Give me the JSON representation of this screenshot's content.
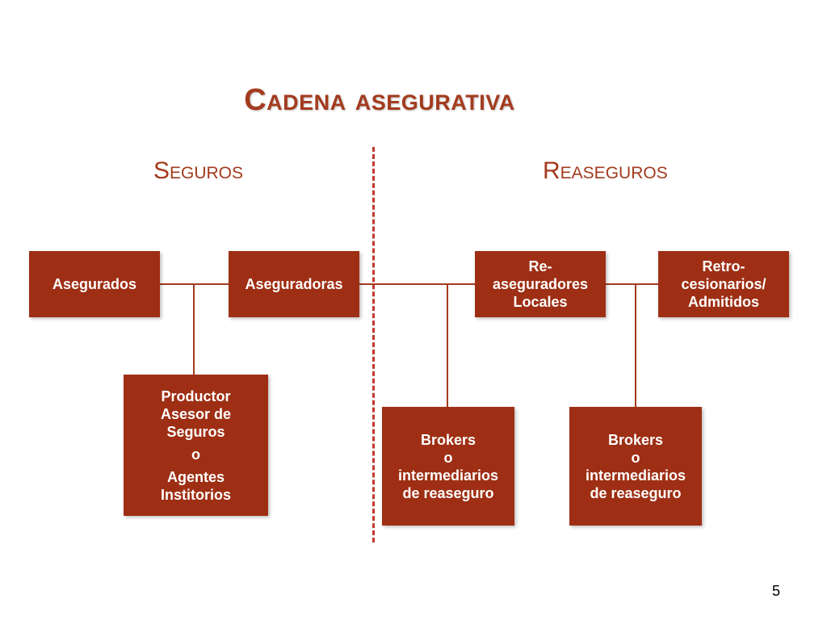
{
  "title": "Cadena asegurativa",
  "sections": {
    "left": "Seguros",
    "right": "Reaseguros"
  },
  "nodes": {
    "asegurados": [
      "Asegurados"
    ],
    "aseguradoras": [
      "Aseguradoras"
    ],
    "reaseguradores": [
      "Re-",
      "aseguradores",
      "Locales"
    ],
    "retrocesionarios": [
      "Retro-",
      "cesionarios/",
      "Admitidos"
    ],
    "productor": [
      "Productor",
      "Asesor de",
      "Seguros",
      "o",
      "Agentes",
      "Institorios"
    ],
    "brokers_1": [
      "Brokers",
      "o",
      "intermediarios",
      "de reaseguro"
    ],
    "brokers_2": [
      "Brokers",
      "o",
      "intermediarios",
      "de reaseguro"
    ]
  },
  "colors": {
    "box": "#9e2f14",
    "accent": "#a33b1e",
    "divider": "#c0392b"
  },
  "page_number": "5"
}
